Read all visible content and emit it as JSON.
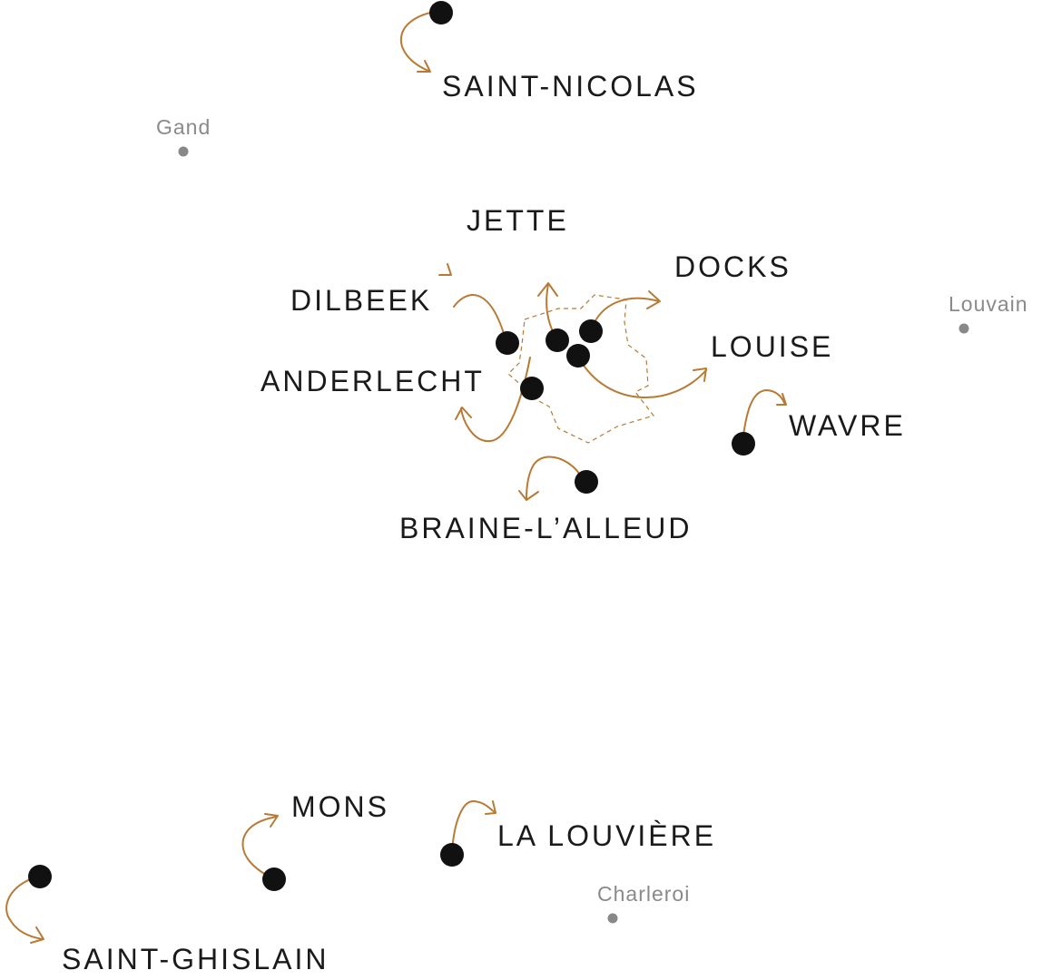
{
  "accent_color": "#b87a34",
  "marker_color": "#111111",
  "city_color": "#888888",
  "locations": [
    {
      "id": "saint-nicolas",
      "label": "SAINT-NICOLAS"
    },
    {
      "id": "jette",
      "label": "JETTE"
    },
    {
      "id": "docks",
      "label": "DOCKS"
    },
    {
      "id": "dilbeek",
      "label": "DILBEEK"
    },
    {
      "id": "louise",
      "label": "LOUISE"
    },
    {
      "id": "anderlecht",
      "label": "ANDERLECHT"
    },
    {
      "id": "wavre",
      "label": "WAVRE"
    },
    {
      "id": "braine-lalleud",
      "label": "BRAINE-L’ALLEUD"
    },
    {
      "id": "mons",
      "label": "MONS"
    },
    {
      "id": "la-louviere",
      "label": "LA LOUVIÈRE"
    },
    {
      "id": "saint-ghislain",
      "label": "SAINT-GHISLAIN"
    }
  ],
  "cities": [
    {
      "id": "gand",
      "label": "Gand"
    },
    {
      "id": "louvain",
      "label": "Louvain"
    },
    {
      "id": "charleroi",
      "label": "Charleroi"
    }
  ]
}
